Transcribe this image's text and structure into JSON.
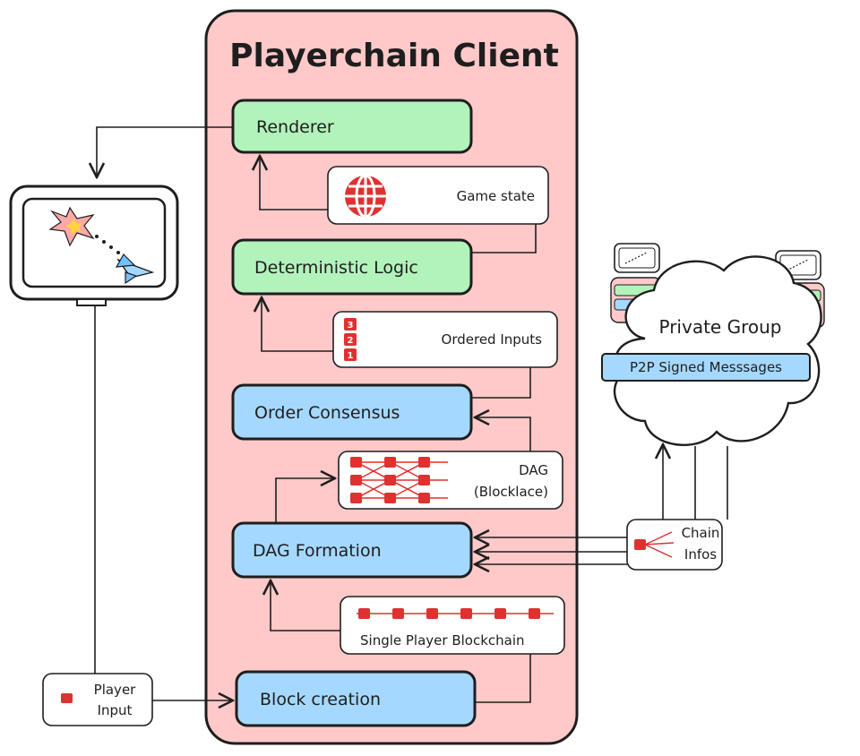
{
  "client": {
    "title": "Playerchain Client"
  },
  "components": {
    "renderer": "Renderer",
    "deterministic_logic": "Deterministic Logic",
    "order_consensus": "Order Consensus",
    "dag_formation": "DAG Formation",
    "block_creation": "Block creation"
  },
  "data_cards": {
    "game_state": "Game state",
    "ordered_inputs": "Ordered Inputs",
    "dag_line1": "DAG",
    "dag_line2": "(Blocklace)",
    "single_player_blockchain": "Single Player Blockchain"
  },
  "external": {
    "player_input_line1": "Player",
    "player_input_line2": "Input",
    "chain_infos_line1": "Chain",
    "chain_infos_line2": "Infos",
    "private_group": "Private Group",
    "p2p_messages": "P2P Signed Messsages"
  },
  "ordered_input_badges": [
    "3",
    "2",
    "1"
  ],
  "icons": {
    "game_state": "globe-icon",
    "screen": "monitor-icon",
    "explosion": "explosion-icon",
    "ship": "spaceship-icon"
  },
  "colors": {
    "client_bg": "#ffc9c9",
    "green_box": "#b2f2bb",
    "blue_box": "#a5d8ff",
    "accent_red": "#e03131",
    "stroke": "#1e1e1e"
  }
}
